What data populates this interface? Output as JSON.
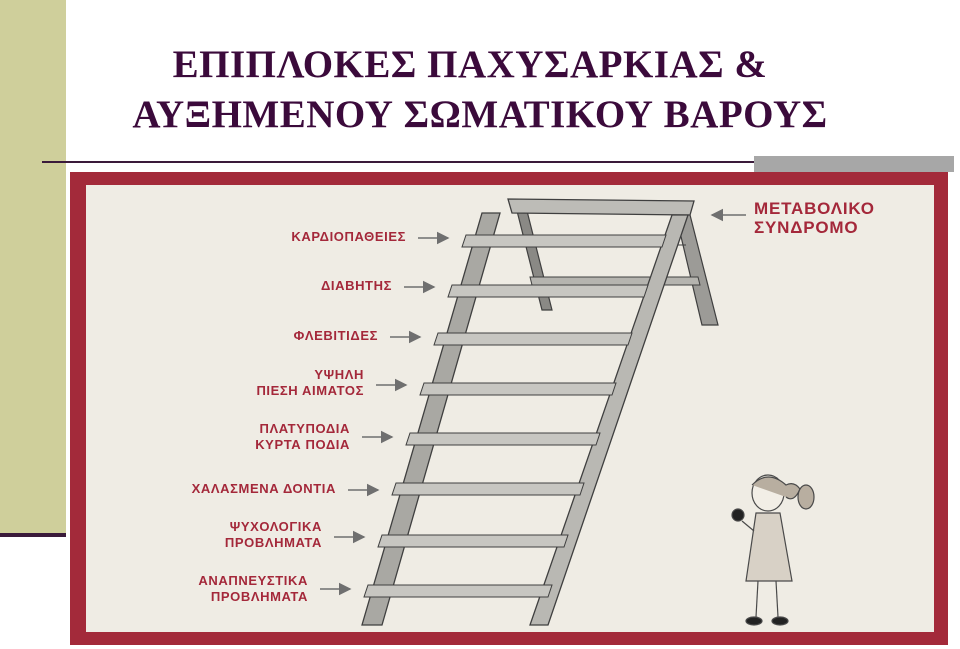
{
  "slide": {
    "title_line1": "ΕΠΙΠΛΟΚΕΣ ΠΑΧΥΣΑΡΚΙΑΣ &",
    "title_line2": "ΑΥΞΗΜΕΝΟΥ ΣΩΜΑΤΙΚΟΥ ΒΑΡΟΥΣ"
  },
  "diagram": {
    "top_label_line1": "ΜΕΤΑΒΟΛΙΚΟ",
    "top_label_line2": "ΣΥΝΔΡΟΜΟ",
    "steps": [
      {
        "line1": "ΚΑΡΔΙΟΠΑΘΕΙΕΣ",
        "line2": ""
      },
      {
        "line1": "ΔΙΑΒΗΤΗΣ",
        "line2": ""
      },
      {
        "line1": "ΦΛΕΒΙΤΙΔΕΣ",
        "line2": ""
      },
      {
        "line1": "ΥΨΗΛΗ",
        "line2": "ΠΙΕΣΗ ΑΙΜΑΤΟΣ"
      },
      {
        "line1": "ΠΛΑΤΥΠΟΔΙΑ",
        "line2": "ΚΥΡΤΑ ΠΟΔΙΑ"
      },
      {
        "line1": "ΧΑΛΑΣΜΕΝΑ ΔΟΝΤΙΑ",
        "line2": ""
      },
      {
        "line1": "ΨΥΧΟΛΟΓΙΚΑ",
        "line2": "ΠΡΟΒΛΗΜΑΤΑ"
      },
      {
        "line1": "ΑΝΑΠΝΕΥΣΤΙΚΑ",
        "line2": "ΠΡΟΒΛΗΜΑΤΑ"
      }
    ]
  },
  "colors": {
    "title": "#3b0a3b",
    "frame": "#a32a3a",
    "label": "#a4283a",
    "side_band": "#cfcf9b"
  }
}
